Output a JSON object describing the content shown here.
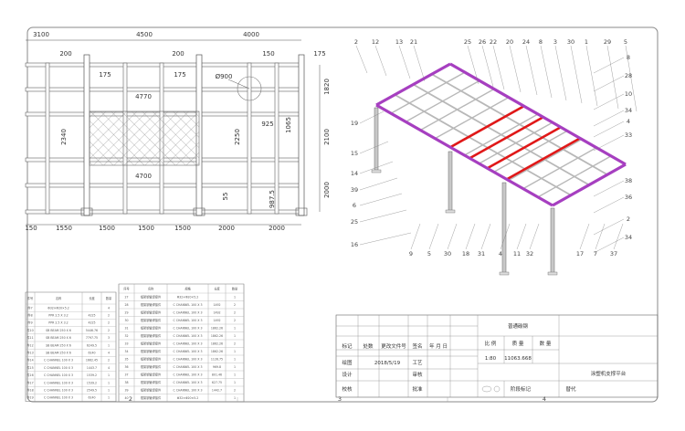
{
  "plan_view": {
    "dimensions_top": [
      "3100",
      "4500",
      "4000"
    ],
    "dimensions_second": [
      "200",
      "200",
      "150",
      "175"
    ],
    "dimensions_inner": [
      "175",
      "175",
      "4770",
      "Ø900",
      "2340",
      "2250",
      "925",
      "1065",
      "4700",
      "55",
      "987.5"
    ],
    "dimensions_right": [
      "1820",
      "2100",
      "2000"
    ],
    "dimensions_bottom": [
      "150",
      "1550",
      "1500",
      "1500",
      "1500",
      "2000",
      "2000"
    ]
  },
  "iso_view": {
    "labels_top": [
      "2",
      "12",
      "13",
      "21",
      "25",
      "26",
      "22",
      "20",
      "24",
      "8",
      "3",
      "30",
      "1",
      "29",
      "5"
    ],
    "labels_right": [
      "8",
      "28",
      "10",
      "34",
      "4",
      "33",
      "38",
      "36",
      "2",
      "34"
    ],
    "labels_left": [
      "19",
      "15",
      "14",
      "39",
      "6",
      "25",
      "16"
    ],
    "labels_bottom": [
      "9",
      "5",
      "30",
      "18",
      "31",
      "4",
      "11",
      "32",
      "17",
      "7",
      "37"
    ],
    "colors": {
      "frame": "#a63fc0",
      "beam": "#e01818",
      "grid": "#b8b8b8"
    }
  },
  "bom_left": {
    "headers": [
      "件号",
      "名称",
      "长度",
      "数量"
    ],
    "rows": [
      [
        "件7",
        "Φ32×Φ20×5.2",
        "",
        "4"
      ],
      [
        "件8",
        "PPR 2.5 X 3.2",
        "4225",
        "2"
      ],
      [
        "件9",
        "PPR 2.5 X 3.2",
        "4225",
        "2"
      ],
      [
        "件10",
        "SB BEAM 250 X 6",
        "5446.76",
        "2"
      ],
      [
        "件11",
        "SB BEAM 250 X 6",
        "7797.75",
        "3"
      ],
      [
        "件12",
        "SB BEAM 250 X 6",
        "6249.5",
        "1"
      ],
      [
        "件13",
        "SB BEAM 250 X 6",
        "6140",
        "4"
      ],
      [
        "件14",
        "C CHANNEL 100 X 3",
        "1662.45",
        "2"
      ],
      [
        "件15",
        "C CHANNEL 100 X 3",
        "1443.7",
        "4"
      ],
      [
        "件16",
        "C CHANNEL 100 X 3",
        "1539.2",
        "1"
      ],
      [
        "件17",
        "C CHANNEL 100 X 3",
        "1539.2",
        "1"
      ],
      [
        "件18",
        "C CHANNEL 100 X 3",
        "2549.5",
        "1"
      ],
      [
        "件19",
        "C CHANNEL 100 X 3",
        "6140",
        "1"
      ]
    ]
  },
  "bom_right": {
    "headers": [
      "序号",
      "名称",
      "规格",
      "长度",
      "数量"
    ],
    "rows": [
      [
        "27",
        "框架钢管焊接件",
        "Φ32×Φ20×5.2",
        "",
        "1"
      ],
      [
        "28",
        "框架钢管焊接件",
        "C CHANNEL 100 X 3",
        "1492",
        "2"
      ],
      [
        "29",
        "框架钢管焊接件",
        "C CHANNEL 100 X 3",
        "1492",
        "2"
      ],
      [
        "30",
        "框架钢管焊接件",
        "C CHANNEL 100 X 3",
        "1492",
        "2"
      ],
      [
        "31",
        "框架钢管焊接件",
        "C CHANNEL 100 X 3",
        "1862.26",
        "1"
      ],
      [
        "32",
        "框架钢管焊接件",
        "C CHANNEL 100 X 3",
        "1862.26",
        "1"
      ],
      [
        "33",
        "框架钢管焊接件",
        "C CHANNEL 100 X 3",
        "1862.26",
        "2"
      ],
      [
        "34",
        "框架钢管焊接件",
        "C CHANNEL 100 X 3",
        "1862.26",
        "1"
      ],
      [
        "35",
        "框架钢管焊接件",
        "C CHANNEL 100 X 3",
        "1126.75",
        "1"
      ],
      [
        "36",
        "框架钢管焊接件",
        "C CHANNEL 100 X 3",
        "969.8",
        "1"
      ],
      [
        "37",
        "框架钢管焊接件",
        "C CHANNEL 100 X 3",
        "801.46",
        "1"
      ],
      [
        "38",
        "框架钢管焊接件",
        "C CHANNEL 100 X 3",
        "627.75",
        "1"
      ],
      [
        "39",
        "框架钢管焊接件",
        "C CHANNEL 100 X 3",
        "1442.7",
        "2"
      ],
      [
        "40",
        "框架钢管焊接件",
        "Φ32×Φ20×5.2",
        "",
        "1"
      ]
    ]
  },
  "title_block": {
    "material": "普通碳钢",
    "scale_label": "比 例",
    "mass_label": "质 量",
    "qty_label": "数 量",
    "scale": "1:80",
    "mass": "11063.668",
    "mark": "标记",
    "count": "处数",
    "change_doc": "更改文件号",
    "sign": "签名",
    "date_label": "年 月 日",
    "drawn": "绘图",
    "date": "2018/5/19",
    "process": "工艺",
    "design": "设计",
    "review": "审核",
    "check": "校核",
    "approve": "批准",
    "stage_mark": "阶段标记",
    "replace": "替代",
    "drawing_title": "涂塑机支撑平台"
  },
  "zones": [
    "2",
    "3",
    "4"
  ]
}
